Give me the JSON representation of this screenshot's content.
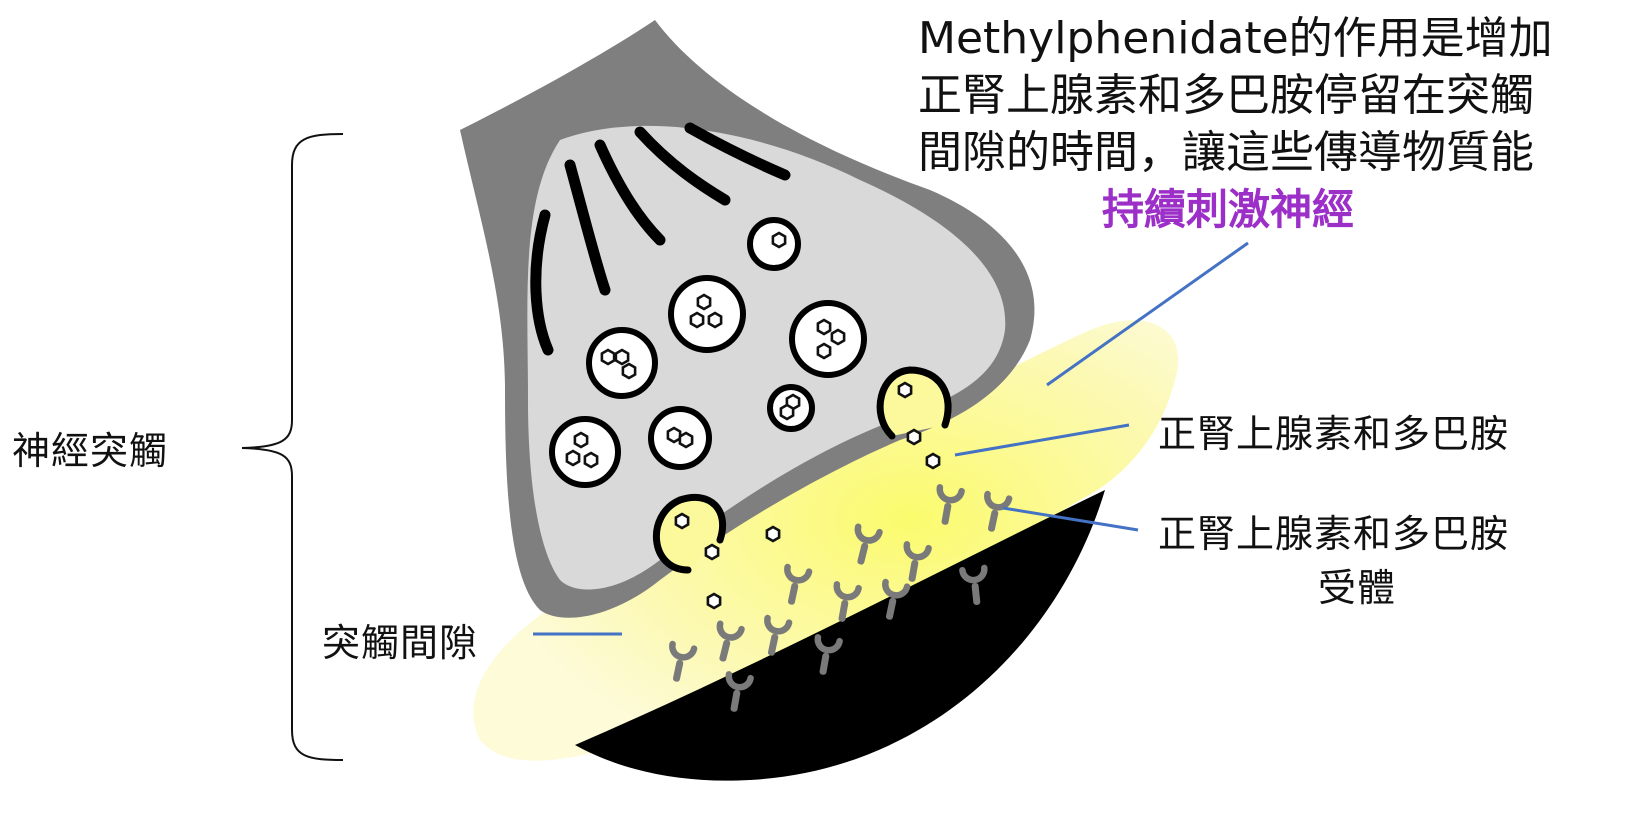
{
  "labels": {
    "synapse": "神經突觸",
    "cleft": "突觸間隙",
    "neurotransmitter": "正腎上腺素和多巴胺",
    "receptor_line1": "正腎上腺素和多巴胺",
    "receptor_line2": "受體"
  },
  "note": {
    "line1": "Methylphenidate的作用是增加",
    "line2": "正腎上腺素和多巴胺停留在突觸",
    "line3": "間隙的時間，讓這些傳導物質能",
    "highlight": "持續刺激神經"
  },
  "colors": {
    "highlight": "#9b2fc7",
    "leader_line": "#4472c4",
    "cleft_fill": "#fbf7a8",
    "membrane": "#7f7f7f",
    "cytoplasm": "#d9d9d9",
    "postsynaptic": "#000000",
    "receptor": "#7f7f7f"
  }
}
